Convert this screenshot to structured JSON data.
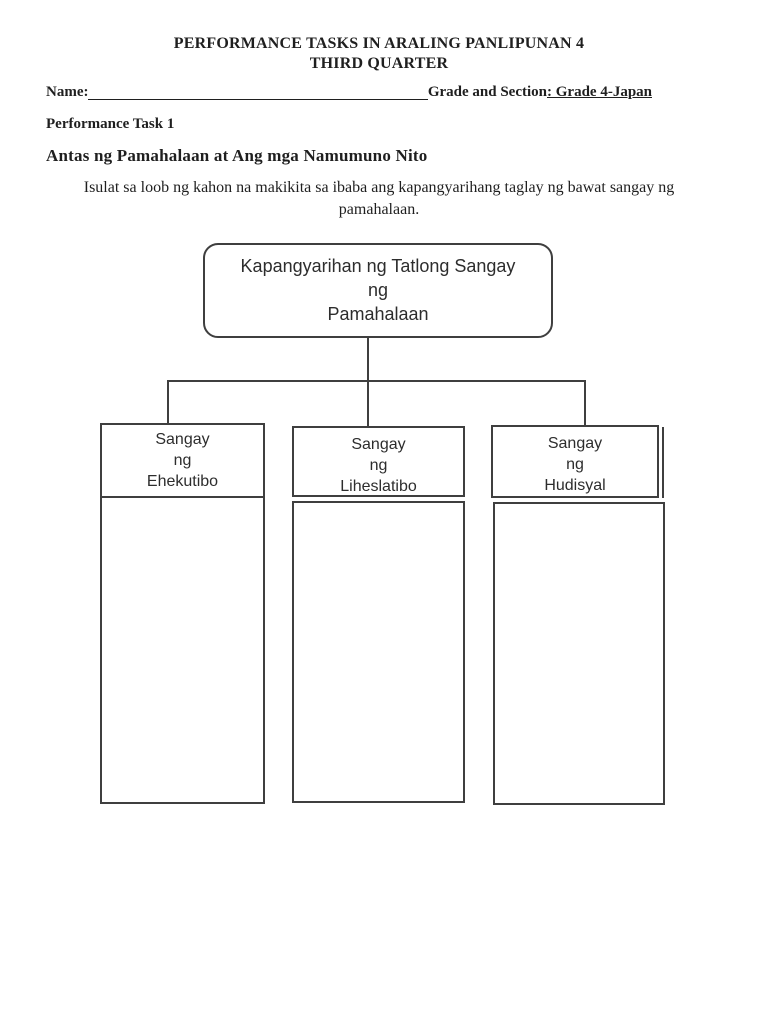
{
  "header": {
    "title_line1": "PERFORMANCE TASKS IN ARALING PANLIPUNAN 4",
    "title_line2": "THIRD QUARTER",
    "name_label": "Name:",
    "grade_section_label": "Grade and Section",
    "grade_section_value": ": Grade 4-Japan",
    "task_label": "Performance Task 1",
    "section_heading": "Antas ng Pamahalaan at Ang mga Namumuno Nito",
    "instructions": "Isulat sa loob ng kahon na makikita sa ibaba ang kapangyarihang taglay ng bawat sangay ng pamahalaan."
  },
  "chart_data": {
    "type": "table",
    "title": "Kapangyarihan ng Tatlong Sangay ng Pamahalaan",
    "root": {
      "line1": "Kapangyarihan ng Tatlong Sangay",
      "line2": "ng",
      "line3": "Pamahalaan"
    },
    "branches": [
      {
        "line1": "Sangay",
        "line2": "ng",
        "line3": "Ehekutibo",
        "answer": ""
      },
      {
        "line1": "Sangay",
        "line2": "ng",
        "line3": "Liheslatibo",
        "answer": ""
      },
      {
        "line1": "Sangay",
        "line2": "ng",
        "line3": "Hudisyal",
        "answer": ""
      }
    ]
  },
  "colors": {
    "text": "#1f1f1f",
    "diagram_line": "#3f3f3f",
    "background": "#ffffff"
  }
}
